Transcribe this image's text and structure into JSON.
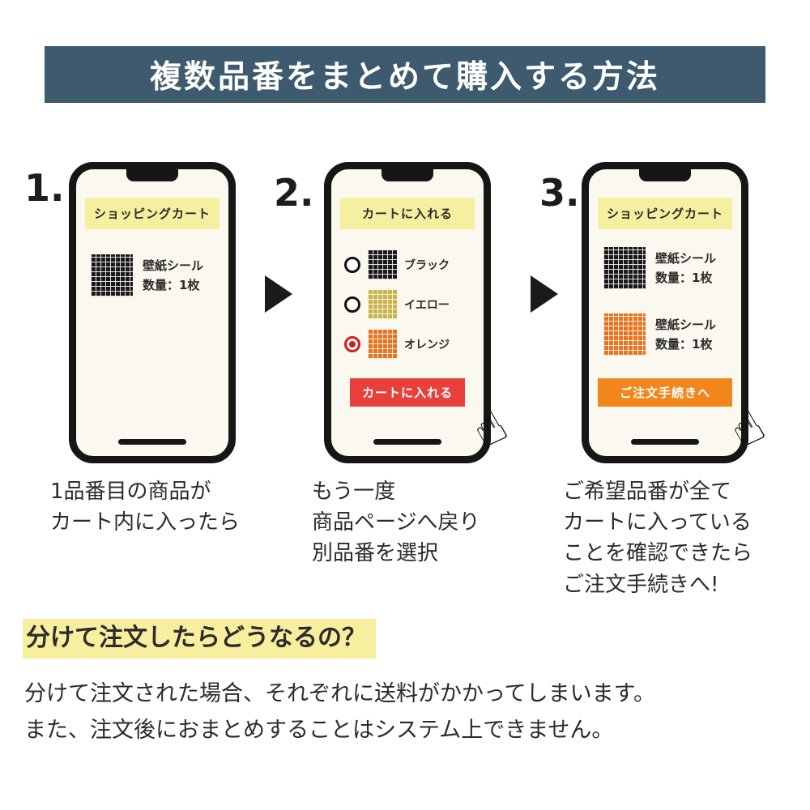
{
  "header": {
    "title": "複数品番をまとめて購入する方法"
  },
  "icons": {
    "hand_cursor": "☝",
    "arrow_right": "▶"
  },
  "steps": [
    {
      "number": "1.",
      "screen_title": "ショッピングカート",
      "items": [
        {
          "swatch": "black",
          "lines": [
            "壁紙シール",
            "数量：1枚"
          ]
        }
      ],
      "caption": [
        "1品番目の商品が",
        "カート内に入ったら"
      ]
    },
    {
      "number": "2.",
      "screen_title": "カートに入れる",
      "options": [
        {
          "swatch": "black",
          "label": "ブラック",
          "selected": false
        },
        {
          "swatch": "yellow",
          "label": "イエロー",
          "selected": false
        },
        {
          "swatch": "orange",
          "label": "オレンジ",
          "selected": true
        }
      ],
      "button": {
        "label": "カートに入れる",
        "color": "#e8413c"
      },
      "caption": [
        "もう一度",
        "商品ページへ戻り",
        "別品番を選択"
      ]
    },
    {
      "number": "3.",
      "screen_title": "ショッピングカート",
      "items": [
        {
          "swatch": "black",
          "lines": [
            "壁紙シール",
            "数量：1枚"
          ]
        },
        {
          "swatch": "orange",
          "lines": [
            "壁紙シール",
            "数量：1枚"
          ]
        }
      ],
      "button": {
        "label": "ご注文手続きへ",
        "color": "#f0861c"
      },
      "caption": [
        "ご希望品番が全て",
        "カートに入っている",
        "ことを確認できたら",
        "ご注文手続きへ!"
      ]
    }
  ],
  "footer": {
    "question": "分けて注文したらどうなるの？",
    "body": [
      "分けて注文された場合、それぞれに送料がかかってしまいます。",
      "また、注文後におまとめすることはシステム上できません。"
    ]
  },
  "colors": {
    "header-bg": "#3e5a6e",
    "screen-bg": "#fbf8ef",
    "titlebar-bg": "#f5f0a0",
    "add-cart-red": "#e8413c",
    "checkout-orange": "#f0861c",
    "highlight-yellow": "#f7ef9e",
    "swatch-black": "#1a1a1a",
    "swatch-yellow": "#c9b34a",
    "swatch-orange": "#e8731f"
  }
}
